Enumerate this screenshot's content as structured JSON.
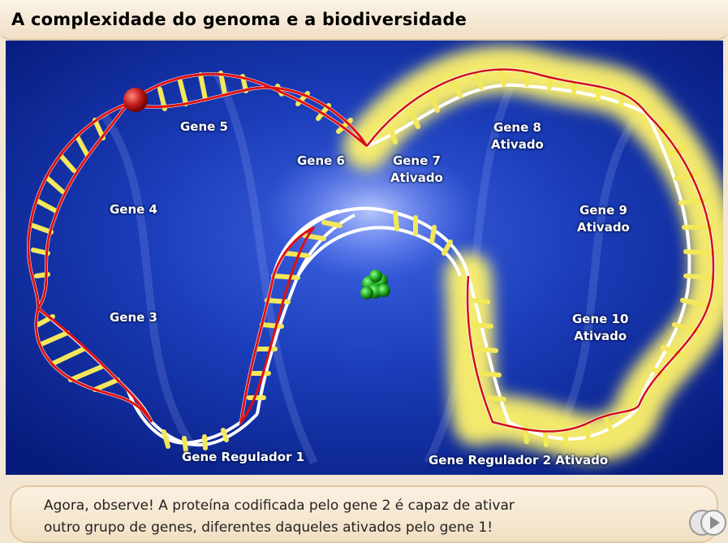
{
  "header": {
    "title": "A complexidade do genoma e a biodiversidade"
  },
  "diagram": {
    "labels": {
      "gene5": "Gene 5",
      "gene4": "Gene 4",
      "gene3": "Gene 3",
      "gene6": "Gene 6",
      "gene7": "Gene 7",
      "gene7_status": "Ativado",
      "gene8": "Gene 8",
      "gene8_status": "Ativado",
      "gene9": "Gene 9",
      "gene9_status": "Ativado",
      "gene10": "Gene 10",
      "gene10_status": "Ativado",
      "regulador1": "Gene Regulador 1",
      "regulador2": "Gene Regulador 2 Ativado"
    },
    "colors": {
      "background": "#0b2a9a",
      "backbone": "#ffffff",
      "rung": "#f2e85a",
      "gene_outline": "#e01010",
      "activated_glow": "#fff36a",
      "rna_polymerase": "#c01818",
      "protein": "#1faa1f"
    }
  },
  "footer": {
    "line1": "Agora, observe! A proteína codificada pelo gene 2 é capaz de ativar",
    "line2": "outro grupo de genes, diferentes daqueles ativados pelo gene 1!",
    "nav_icon": "next-arrow-icon"
  }
}
